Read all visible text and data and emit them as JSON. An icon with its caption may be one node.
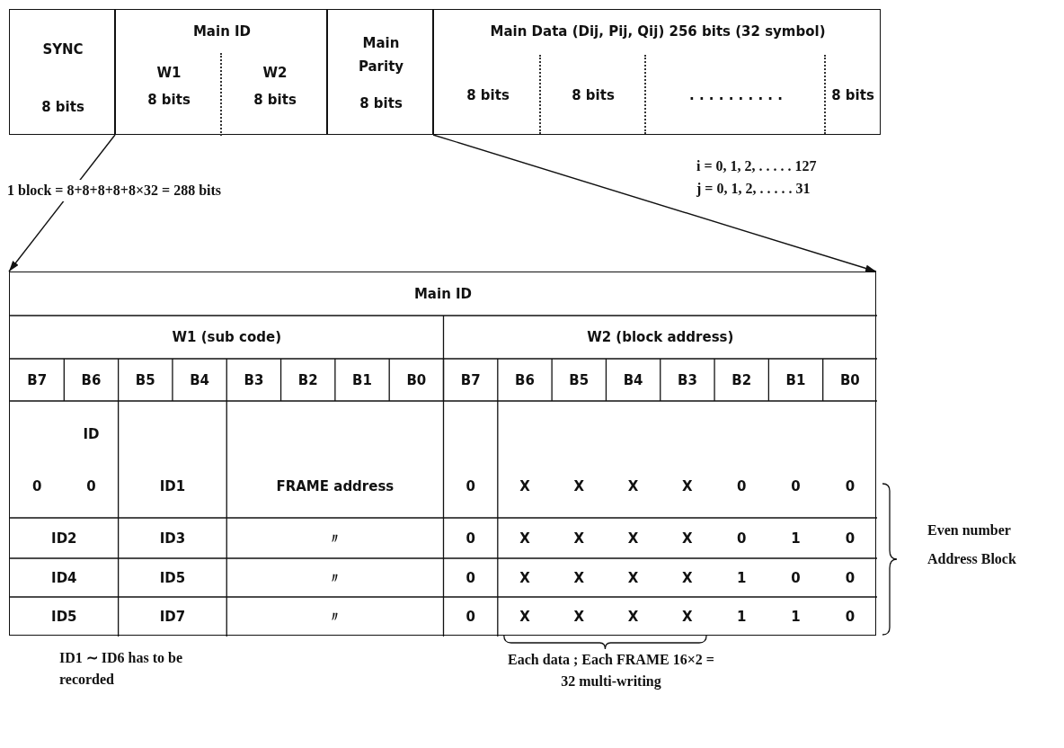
{
  "diagram": {
    "nodes": [
      {
        "text": [
          "SYNC",
          "8 bits"
        ]
      },
      {
        "text": [
          "Main ID"
        ]
      },
      {
        "text": [
          "W1",
          "8 bits"
        ],
        "in": 1
      },
      {
        "text": [
          "W2",
          "8 bits"
        ],
        "in": 1
      },
      {
        "text": [
          "Main Parity",
          "8 bits"
        ]
      },
      {
        "text": [
          "Main Data (Dij, Pij, Qij) 256 bits (32 symbol)"
        ]
      },
      {
        "text": [
          "8 bits"
        ],
        "in": 5
      },
      {
        "text": [
          "8 bits"
        ],
        "in": 5
      },
      {
        "text": [
          ". . . . . . . . . ."
        ],
        "in": 5
      },
      {
        "text": [
          "8 bits"
        ],
        "in": 5
      },
      {
        "text": [
          "Main ID"
        ]
      }
    ],
    "edges": [
      {
        "from": 1,
        "to": 10,
        "arrow": "to",
        "label": "1 block = 8+8+8+8+8×32 = 288 bits"
      },
      {
        "from": 4,
        "to": 10,
        "arrow": "to"
      }
    ],
    "labels": [
      "i = 0, 1, 2, . . . . . 127",
      "j = 0, 1, 2, . . . . . 31",
      "W1 (sub code)",
      "W2 (block address)",
      "B7",
      "B6",
      "B5",
      "B4",
      "B3",
      "B2",
      "B1",
      "B0",
      "B7",
      "B6",
      "B5",
      "B4",
      "B3",
      "B2",
      "B1",
      "B0",
      "ID",
      "0",
      "0",
      "ID1",
      "FRAME address",
      "0",
      "X",
      "X",
      "X",
      "X",
      "0",
      "0",
      "0",
      "ID2",
      "ID3",
      "〃",
      "0",
      "X",
      "X",
      "X",
      "X",
      "0",
      "1",
      "0",
      "ID4",
      "ID5",
      "〃",
      "0",
      "X",
      "X",
      "X",
      "X",
      "1",
      "0",
      "0",
      "ID5",
      "ID7",
      "〃",
      "0",
      "X",
      "X",
      "X",
      "X",
      "1",
      "1",
      "0",
      "Even number Address Block",
      "ID1 ∼ ID6 has to be recorded",
      "Each data ; Each FRAME 16×2 = 32 multi-writing"
    ]
  }
}
